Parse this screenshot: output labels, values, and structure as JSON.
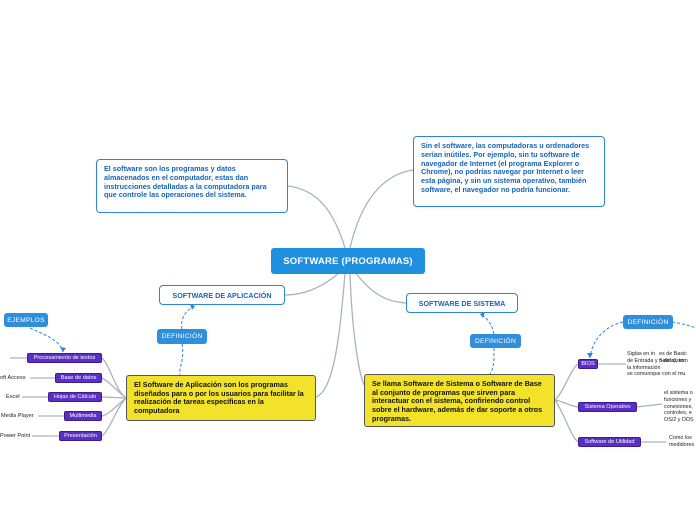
{
  "central": "SOFTWARE (PROGRAMAS)",
  "top_left_note": "El software son los programas y datos almacenados en el computador, estas dan instrucciones detalladas a la computadora para que controle las operaciones del sistema.",
  "top_right_note": "Sin el software, las computadoras u ordenadores serían inútiles. Por ejemplo, sin tu software de navegador de Internet (el programa Explorer o Chrome), no podrías navegar por Internet o leer esta página, y sin un sistema operativo, también software, el navegador no podría funcionar.",
  "app_branch": {
    "title": "SOFTWARE DE APLICACIÓN",
    "definition_label": "DEFINICIÓN",
    "definition": "El Software de Aplicación son los programas diseñados para o por los usuarios para facilitar la realización de tareas específicas en la computadora",
    "examples_label": "EJEMPLOS",
    "categories": [
      {
        "label": "Procesamiento de textos",
        "example": ""
      },
      {
        "label": "Base de datos",
        "example": "oft Access"
      },
      {
        "label": "Hojas de Cálculo",
        "example": "Excel"
      },
      {
        "label": "Multimedia",
        "example": "Media Player"
      },
      {
        "label": "Presentación",
        "example": "Power Point"
      }
    ]
  },
  "sys_branch": {
    "title": "SOFTWARE DE SISTEMA",
    "definition_label": "DEFINICIÓN",
    "definition": "Se llama Software de Sistema o Software de Base al conjunto de programas que sirven para interactuar con el sistema, confiriendo control sobre el hardware, además de dar soporte a otros programas.",
    "definition2_label": "DEFINICIÓN",
    "items": [
      {
        "label": "BIOS",
        "desc1": "Siglas en in\nde Entrada y Salida), es\nla información\nse comunique con el mu",
        "desc2": "es de Basic\nn del sistem"
      },
      {
        "label": "Sistema Operativo",
        "desc": "el sistema o\nfunciones y\nconexiones,\ncontroles, e\nOS/2 y DOS"
      },
      {
        "label": "Software de Utilidad",
        "desc": "Como los\nmedidores"
      }
    ]
  }
}
